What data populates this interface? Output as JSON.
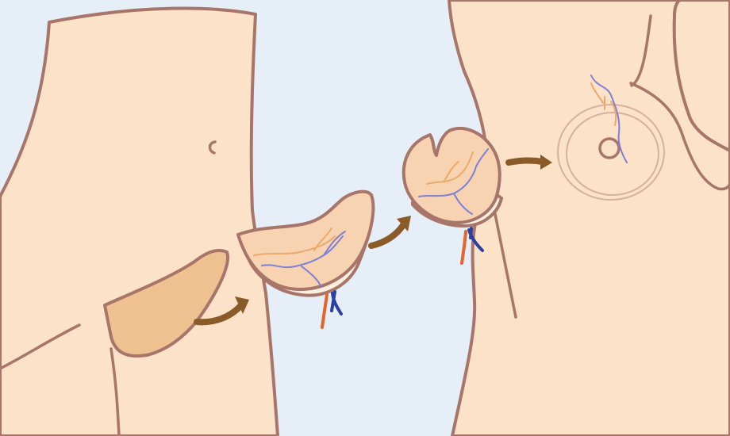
{
  "illustration": {
    "panels": [
      {
        "name": "donor-torso",
        "region": "lower abdomen"
      },
      {
        "name": "tissue-flap",
        "vessels": [
          "artery",
          "vein"
        ]
      },
      {
        "name": "shaped-flap",
        "vessels": [
          "artery",
          "vein"
        ]
      },
      {
        "name": "recipient-chest",
        "region": "breast"
      }
    ],
    "steps": 3,
    "colors": {
      "background": "#e6eef7",
      "skin": "#fbe2c8",
      "skin_light": "#fdeedd",
      "outline": "#a7756a",
      "flap_fill": "#f7d3b2",
      "donor_shade": "#efc190",
      "arrow": "#8a5a28",
      "artery": "#e8632a",
      "vein": "#2d3fa0",
      "vessel_thin": "#7f7fd6",
      "vessel_light": "#eea86a"
    }
  }
}
